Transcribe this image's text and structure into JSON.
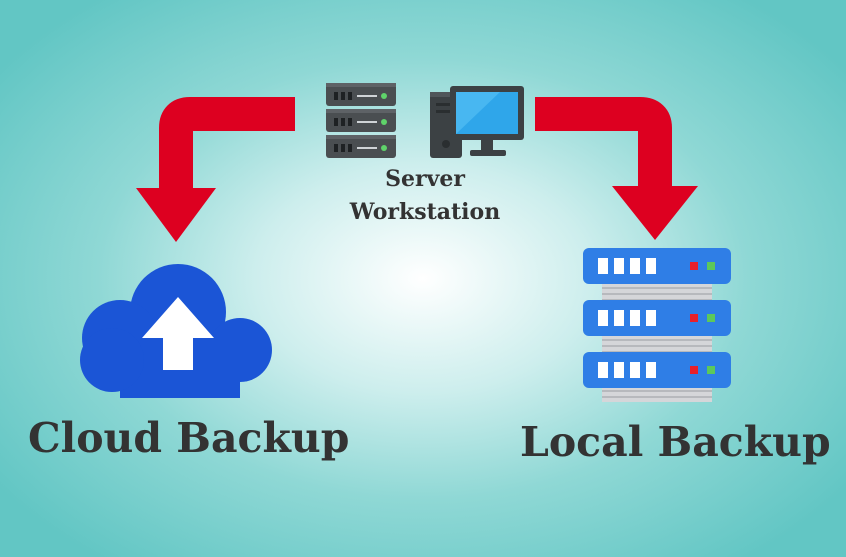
{
  "source": {
    "line1": "Server",
    "line2": "Workstation"
  },
  "targets": {
    "cloud_label": "Cloud Backup",
    "local_label": "Local Backup"
  },
  "icons": {
    "rack_server": "rack-server-icon",
    "workstation": "desktop-computer-icon",
    "cloud_upload": "cloud-upload-icon",
    "local_storage": "storage-server-icon"
  },
  "colors": {
    "arrow": "#dd0020",
    "cloud": "#1b55d6",
    "local_server": "#2f7ee6",
    "text": "#333333",
    "background_edge": "#62c6c4",
    "background_center": "#ffffff"
  }
}
